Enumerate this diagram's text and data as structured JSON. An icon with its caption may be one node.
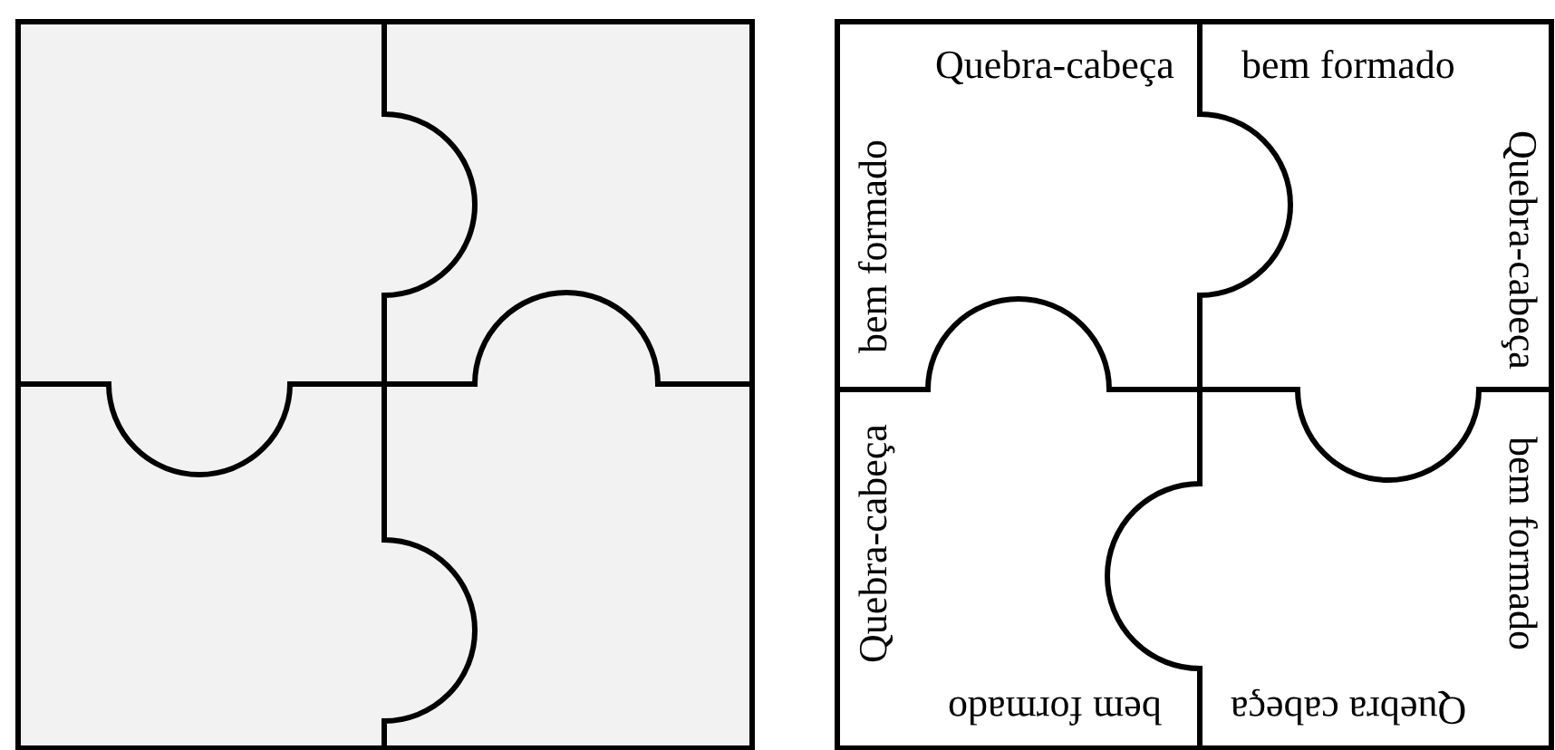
{
  "diagram": {
    "labels": [
      "Quebra-cabeça",
      "bem formado",
      "bem formado",
      "Quebra-cabeça",
      "Quebra-cabeça",
      "bem formado",
      "bem formado",
      "Quebra cabeça"
    ]
  }
}
